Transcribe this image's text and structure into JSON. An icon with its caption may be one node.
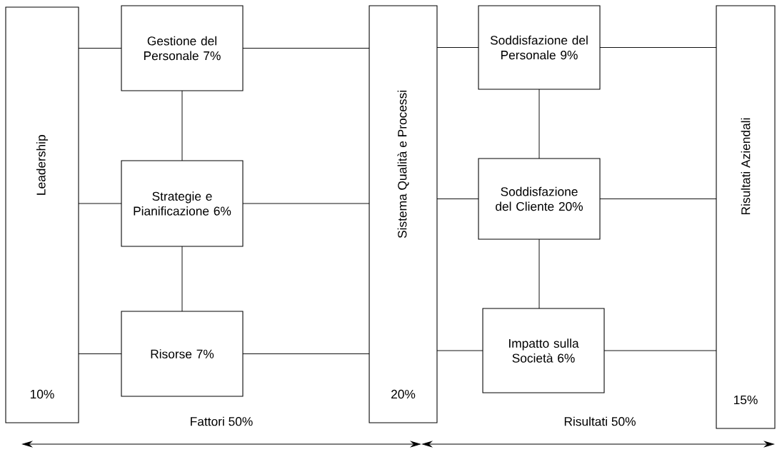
{
  "diagram": {
    "nodes": [
      {
        "text": [
          "Leadership",
          "10%"
        ]
      },
      {
        "text": [
          "Gestione del Personale 7%"
        ]
      },
      {
        "text": [
          "Strategie e Pianificazione 6%"
        ]
      },
      {
        "text": [
          "Risorse 7%"
        ]
      },
      {
        "text": [
          "Sistema Qualità e Processi",
          "20%"
        ]
      },
      {
        "text": [
          "Soddisfazione del Personale 9%"
        ]
      },
      {
        "text": [
          "Soddisfazione del Cliente 20%"
        ]
      },
      {
        "text": [
          "Impatto sulla Società 6%"
        ]
      },
      {
        "text": [
          "Risultati Aziendali",
          "15%"
        ]
      }
    ],
    "edges": [
      {
        "from": 0,
        "to": 1,
        "arrow": "none"
      },
      {
        "from": 0,
        "to": 2,
        "arrow": "none"
      },
      {
        "from": 0,
        "to": 3,
        "arrow": "none"
      },
      {
        "from": 1,
        "to": 2,
        "arrow": "none"
      },
      {
        "from": 2,
        "to": 3,
        "arrow": "none"
      },
      {
        "from": 1,
        "to": 4,
        "arrow": "none"
      },
      {
        "from": 2,
        "to": 4,
        "arrow": "none"
      },
      {
        "from": 3,
        "to": 4,
        "arrow": "none"
      },
      {
        "from": 4,
        "to": 5,
        "arrow": "none"
      },
      {
        "from": 4,
        "to": 6,
        "arrow": "none"
      },
      {
        "from": 4,
        "to": 7,
        "arrow": "none"
      },
      {
        "from": 5,
        "to": 6,
        "arrow": "none"
      },
      {
        "from": 6,
        "to": 7,
        "arrow": "none"
      },
      {
        "from": 5,
        "to": 8,
        "arrow": "none"
      },
      {
        "from": 6,
        "to": 8,
        "arrow": "none"
      },
      {
        "from": 7,
        "to": 8,
        "arrow": "none"
      }
    ],
    "labels": [
      "Fattori 50%",
      "Risultati 50%"
    ]
  }
}
